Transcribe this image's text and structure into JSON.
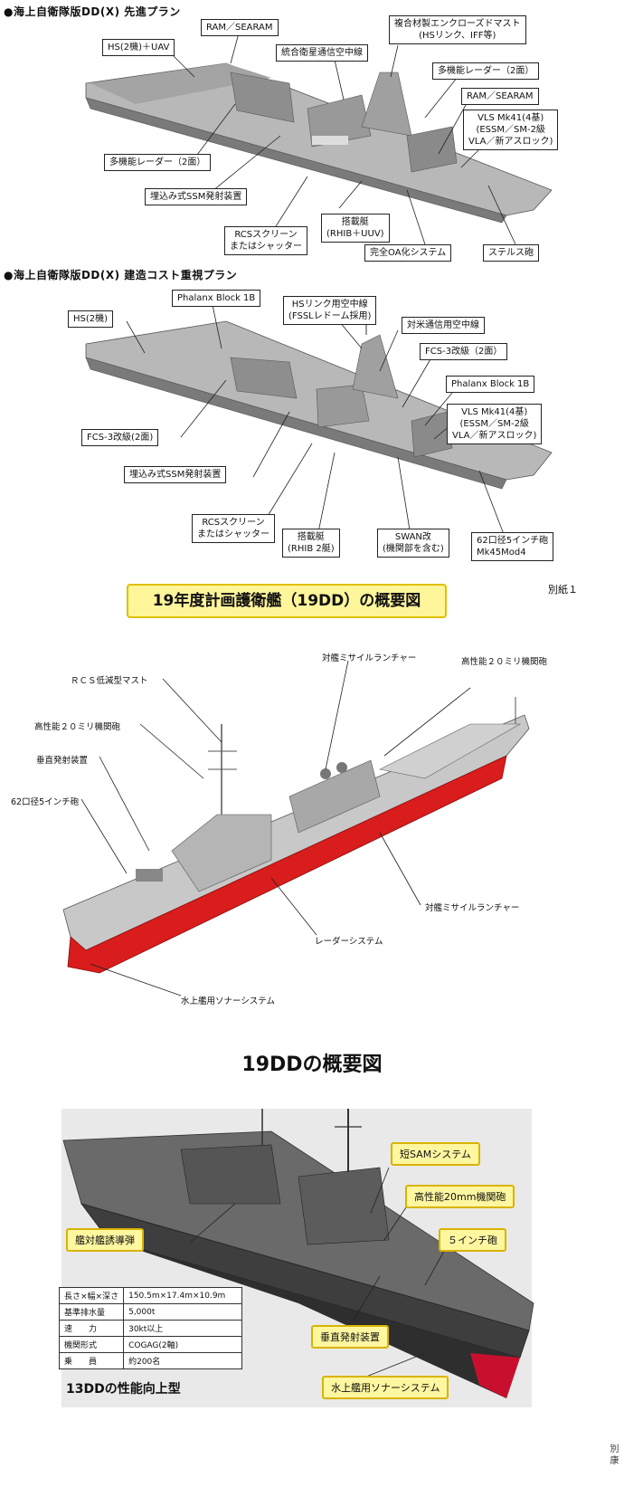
{
  "section1": {
    "header": "●海上自衛隊版DD(X) 先進プラン",
    "labels": {
      "ram1": "RAM／SEARAM",
      "hs_uav": "HS(2機)＋UAV",
      "satcom": "統合衛星通信空中線",
      "mast": "複合材製エンクローズドマスト\n(HSリンク、IFF等)",
      "radar_right": "多機能レーダー（2面）",
      "ram2": "RAM／SEARAM",
      "vls": "VLS Mk41(4基)\n(ESSM／SM-2級\nVLA／新アスロック)",
      "radar_left": "多機能レーダー（2面）",
      "ssm": "埋込み式SSM発射装置",
      "boats": "搭載艇\n(RHIB＋UUV)",
      "rcs": "RCSスクリーン\nまたはシャッター",
      "oa": "完全OA化システム",
      "gun": "ステルス砲"
    }
  },
  "section2": {
    "header": "●海上自衛隊版DD(X) 建造コスト重視プラン",
    "labels": {
      "phalanx1": "Phalanx Block 1B",
      "hs": "HS(2機)",
      "hslink": "HSリンク用空中線\n(FSSLレドーム採用)",
      "usc": "対米通信用空中線",
      "fcs_right": "FCS-3改級（2面）",
      "phalanx2": "Phalanx Block 1B",
      "vls": "VLS Mk41(4基)\n(ESSM／SM-2級\nVLA／新アスロック)",
      "fcs_left": "FCS-3改級(2面)",
      "ssm": "埋込み式SSM発射装置",
      "rcs": "RCSスクリーン\nまたはシャッター",
      "boats": "搭載艇\n(RHIB 2艇)",
      "swan": "SWAN改\n(機関部を含む)",
      "gun": "62口径5インチ砲\nMk45Mod4"
    }
  },
  "banner": "19年度計画護衛艦（19DD）の概要図",
  "attachment": "別紙１",
  "section3": {
    "labels": {
      "rcs_mast": "ＲＣＳ低減型マスト",
      "ciws_left": "高性能２０ミリ機関砲",
      "vls": "垂直発射装置",
      "gun": "62口径5インチ砲",
      "asm_top": "対艦ミサイルランチャー",
      "ciws_right": "高性能２０ミリ機関砲",
      "asm_right": "対艦ミサイルランチャー",
      "radar": "レーダーシステム",
      "sonar": "水上艦用ソナーシステム"
    }
  },
  "title19": "19DDの概要図",
  "section4": {
    "labels": {
      "sam": "短SAMシステム",
      "ciws": "高性能20mm機関砲",
      "gun": "５インチ砲",
      "ssm": "艦対艦誘導弾",
      "vls": "垂直発射装置",
      "sonar": "水上艦用ソナーシステム"
    },
    "spec_table": [
      [
        "長さ×幅×深さ",
        "150.5m×17.4m×10.9m"
      ],
      [
        "基準排水量",
        "5,000t"
      ],
      [
        "速　　力",
        "30kt以上"
      ],
      [
        "機関形式",
        "COGAG(2軸)"
      ],
      [
        "乗　　員",
        "約200名"
      ]
    ],
    "title": "13DDの性能向上型",
    "side_note": "別 康"
  },
  "colors": {
    "hull_gray": "#9a9a9a",
    "red_hull": "#d91c1c",
    "dark_ship": "#4a4a4a",
    "banner_yellow": "#fff59a",
    "label_yellow": "#fff7a0"
  }
}
